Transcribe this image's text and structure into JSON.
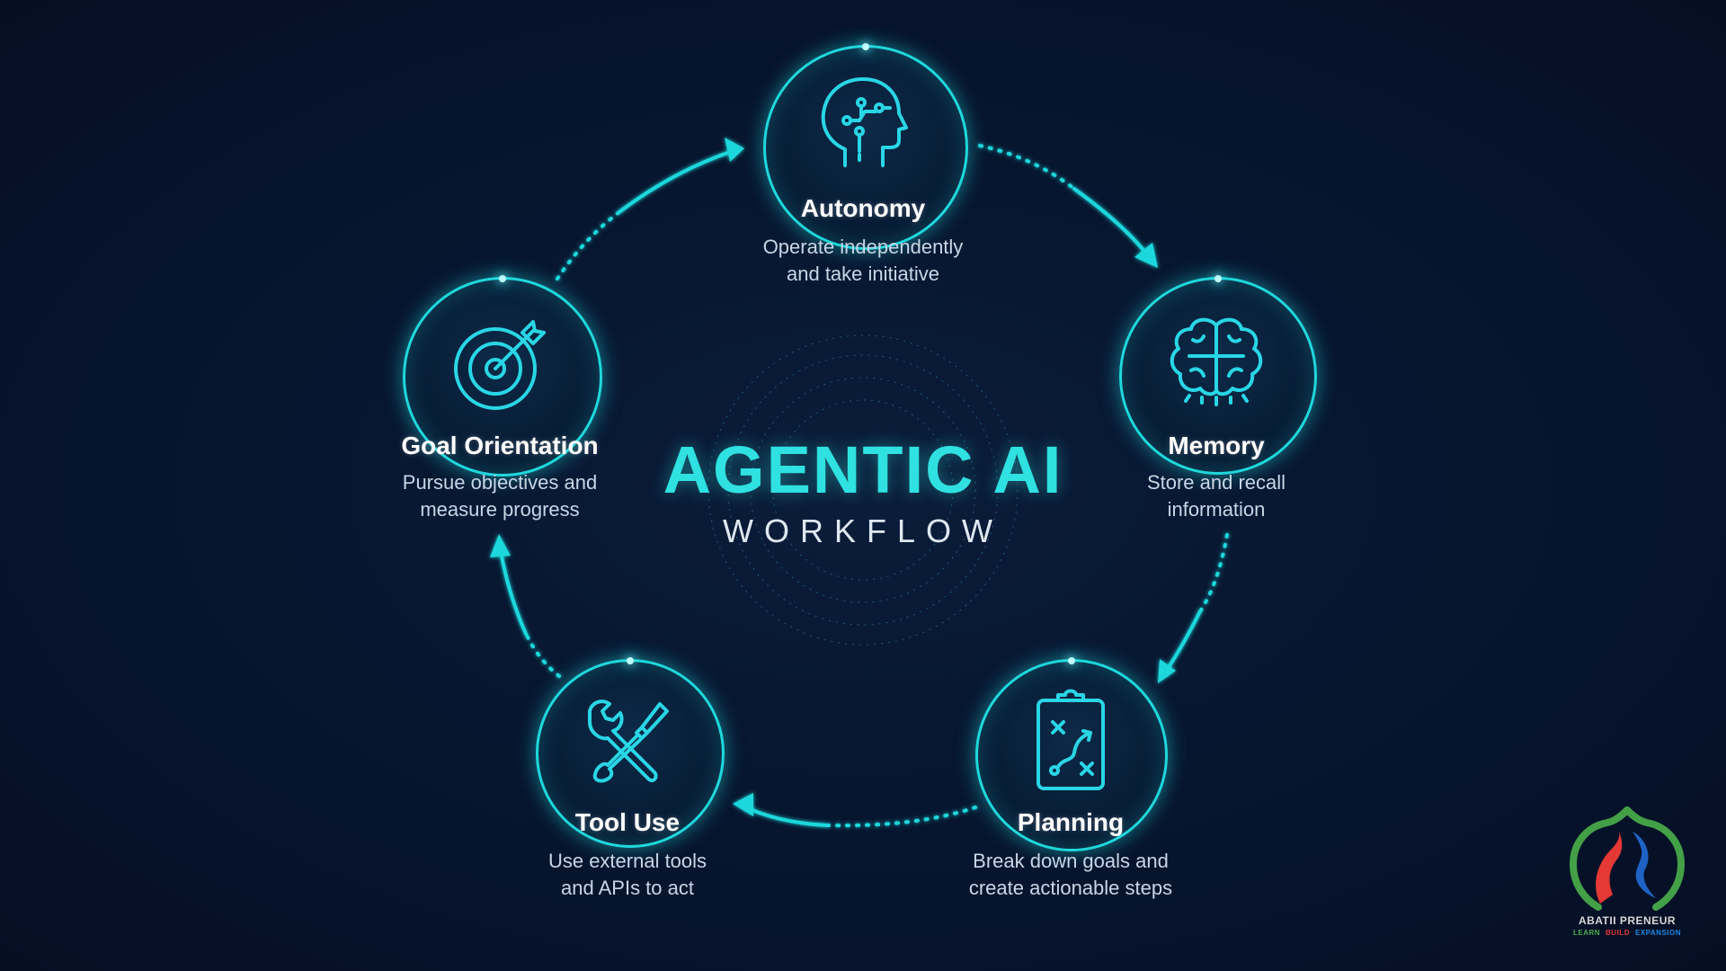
{
  "diagram": {
    "title": "AGENTIC AI",
    "subtitle": "WORKFLOW",
    "accent_color": "#1fd8dc",
    "nodes": [
      {
        "title": "Autonomy",
        "description_lines": [
          "Operate independently",
          "and take initiative"
        ],
        "icon": "brain-circuit-head-icon"
      },
      {
        "title": "Memory",
        "description_lines": [
          "Store and recall",
          "information"
        ],
        "icon": "brain-icon"
      },
      {
        "title": "Planning",
        "description_lines": [
          "Break down goals and",
          "create actionable steps"
        ],
        "icon": "clipboard-strategy-icon"
      },
      {
        "title": "Tool Use",
        "description_lines": [
          "Use external tools",
          "and APIs to act"
        ],
        "icon": "wrench-screwdriver-icon"
      },
      {
        "title": "Goal Orientation",
        "description_lines": [
          "Pursue objectives and",
          "measure progress"
        ],
        "icon": "target-arrow-icon"
      }
    ],
    "flow": "clockwise cycle"
  },
  "logo": {
    "brand": "ABATII PRENEUR",
    "tagline": [
      {
        "word": "LEARN",
        "color": "#4caf50"
      },
      {
        "word": "BUILD",
        "color": "#e53935"
      },
      {
        "word": "EXPANSION",
        "color": "#1e88e5"
      }
    ]
  }
}
